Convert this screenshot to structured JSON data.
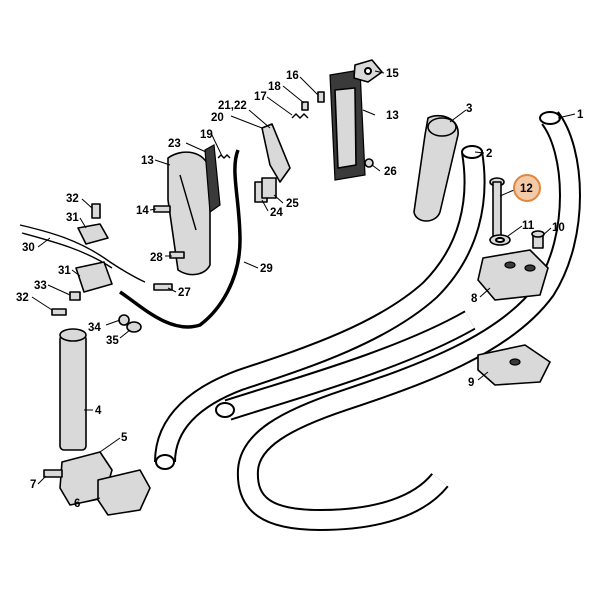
{
  "highlight": {
    "label": "12",
    "ring_color": "#e0873f",
    "fill_color": "#f3c9a6"
  },
  "callouts": {
    "c1": "1",
    "c2": "2",
    "c3": "3",
    "c4": "4",
    "c5": "5",
    "c6": "6",
    "c7": "7",
    "c8": "8",
    "c9": "9",
    "c10": "10",
    "c11": "11",
    "c12": "12",
    "c13a": "13",
    "c13b": "13",
    "c14": "14",
    "c15": "15",
    "c16": "16",
    "c17": "17",
    "c18": "18",
    "c19": "19",
    "c20": "20",
    "c2122": "21,22",
    "c23": "23",
    "c24": "24",
    "c25": "25",
    "c26": "26",
    "c27": "27",
    "c28": "28",
    "c29": "29",
    "c30": "30",
    "c31a": "31",
    "c31b": "31",
    "c32a": "32",
    "c32b": "32",
    "c33": "33",
    "c34": "34",
    "c35": "35"
  }
}
